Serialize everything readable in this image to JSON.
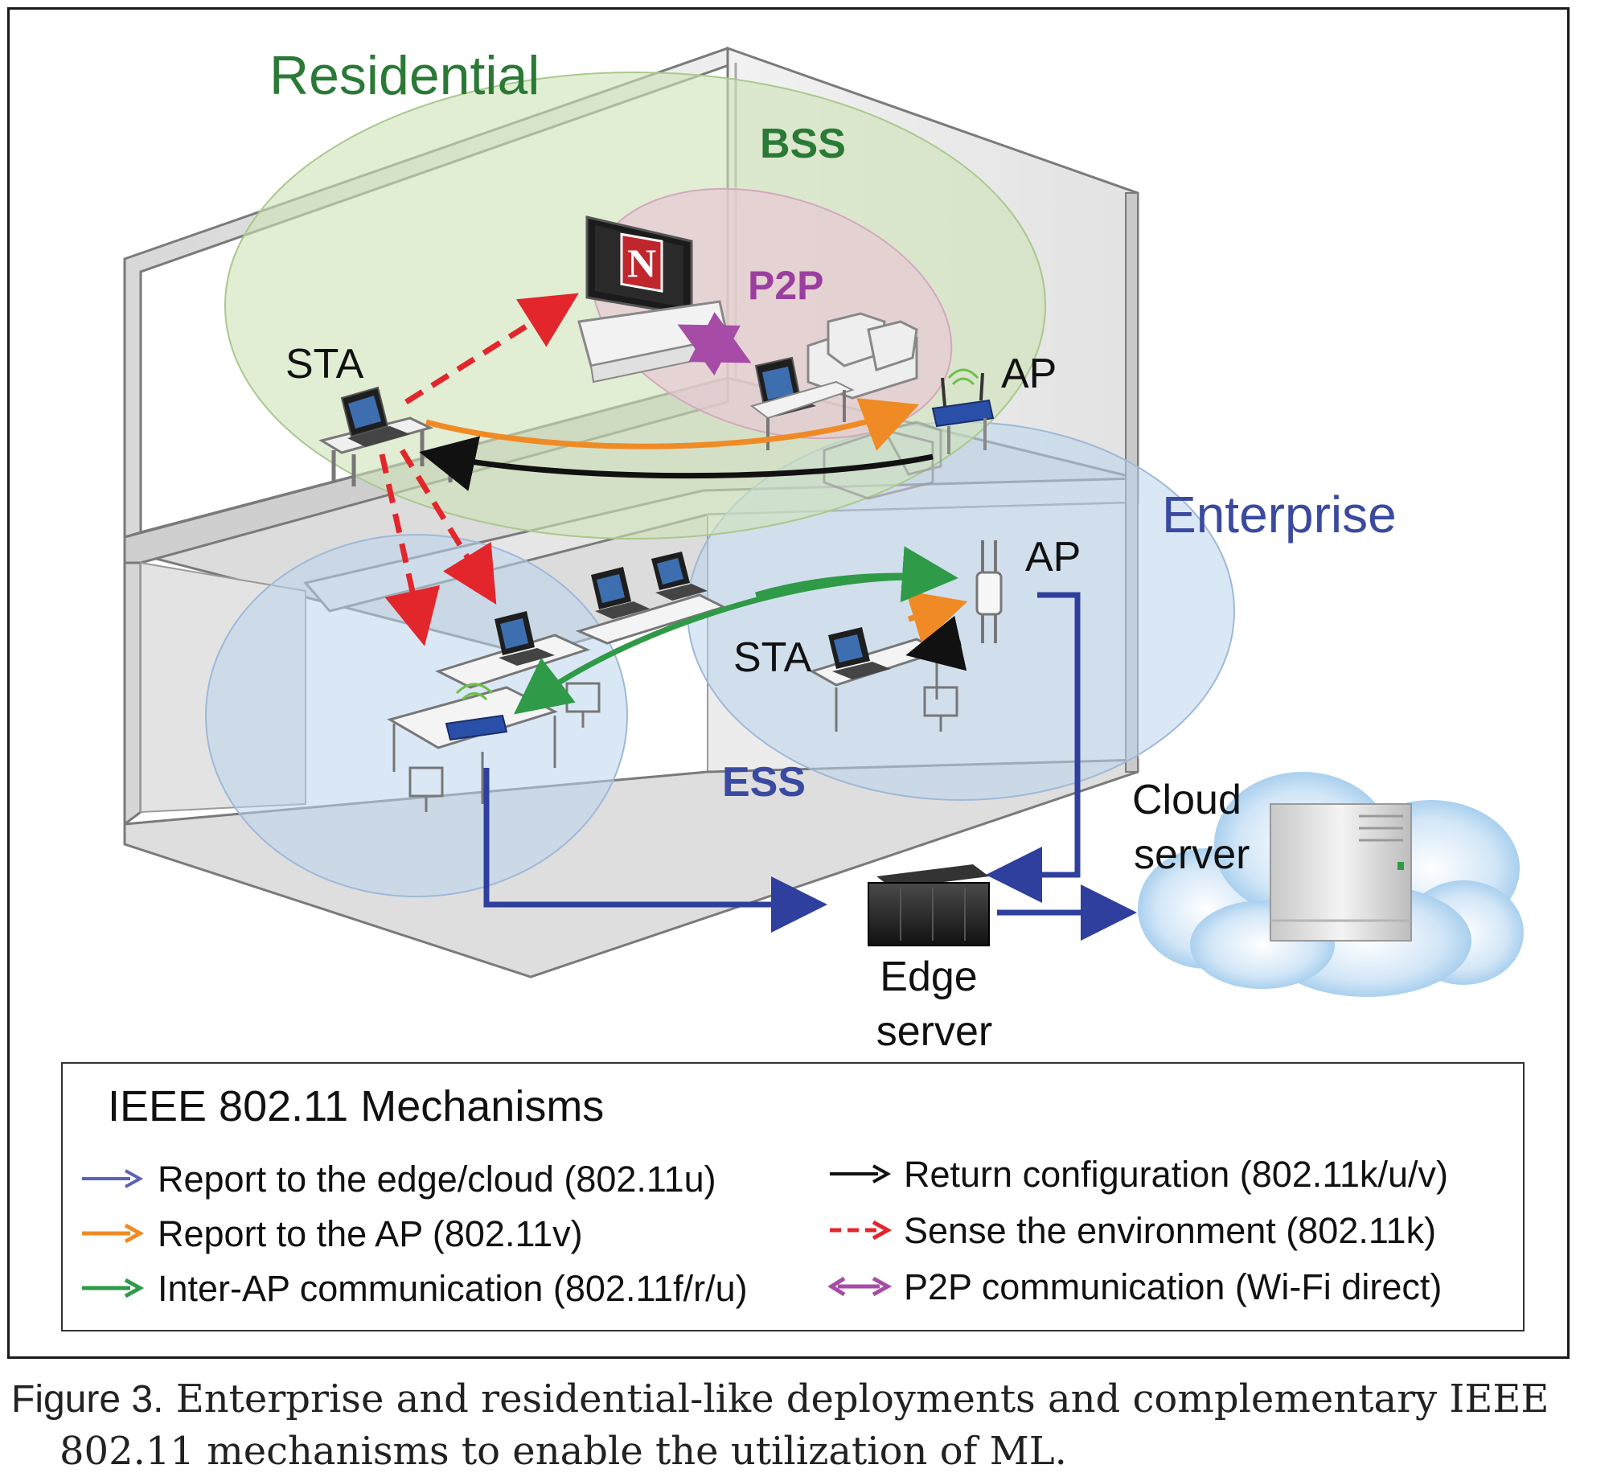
{
  "regions": {
    "residential": "Residential",
    "enterprise": "Enterprise",
    "bss": "BSS",
    "p2p": "P2P",
    "ess": "ESS"
  },
  "devices": {
    "sta_top": "STA",
    "ap_top": "AP",
    "ap_bottom": "AP",
    "sta_bottom": "STA",
    "cloud_server_line1": "Cloud",
    "cloud_server_line2": "server",
    "edge_server_line1": "Edge",
    "edge_server_line2": "server",
    "tv_logo": "N"
  },
  "legend": {
    "title": "IEEE 802.11 Mechanisms",
    "items": [
      {
        "label": "Report to the edge/cloud (802.11u)",
        "color": "#5b63b5",
        "style": "solid",
        "heads": "single"
      },
      {
        "label": "Report to the AP (802.11v)",
        "color": "#f08a24",
        "style": "solid",
        "heads": "single"
      },
      {
        "label": "Inter-AP communication (802.11f/r/u)",
        "color": "#2f9a47",
        "style": "solid",
        "heads": "single"
      },
      {
        "label": "Return configuration (802.11k/u/v)",
        "color": "#111111",
        "style": "solid",
        "heads": "single"
      },
      {
        "label": "Sense the environment (802.11k)",
        "color": "#e3262b",
        "style": "dashed",
        "heads": "single"
      },
      {
        "label": "P2P communication (Wi-Fi direct)",
        "color": "#a64ca6",
        "style": "solid",
        "heads": "double"
      }
    ]
  },
  "caption": {
    "figure_label": "Figure 3.",
    "line1": "Enterprise and residential-like deployments and complementary IEEE",
    "line2": "802.11 mechanisms to enable the utilization of ML."
  },
  "colors": {
    "residential_green": "#2a7a36",
    "enterprise_blue": "#3a4aa0",
    "p2p_purple": "#9b3ea0",
    "bss_fill": "#cfe3b8",
    "ess_fill": "#bcd6ee",
    "p2p_fill": "#e8c9d6",
    "blue_arrow": "#2f3f9e",
    "orange_arrow": "#f08a24",
    "green_arrow": "#2f9a47",
    "red_dashed": "#e3262b",
    "purple_arrow": "#a64ca6"
  }
}
